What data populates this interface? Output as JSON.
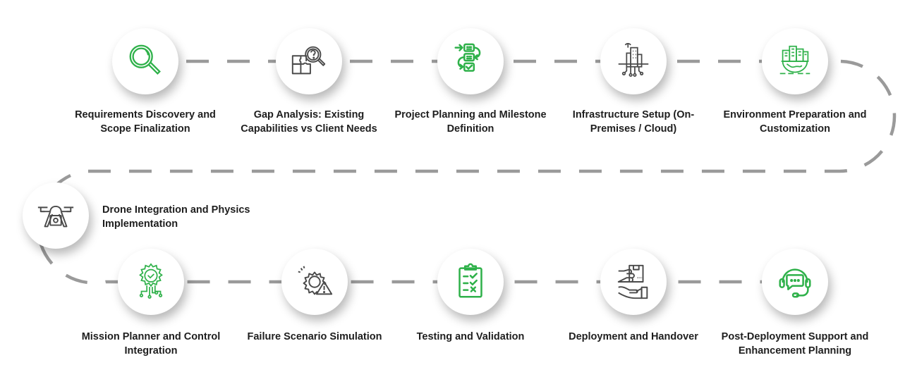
{
  "colors": {
    "accent_green": "#2fb14a",
    "icon_gray": "#4a4a4a",
    "path_gray": "#9a9a9a",
    "text": "#1e1e1e"
  },
  "steps": [
    {
      "label": "Requirements Discovery and Scope Finalization",
      "icon": "magnifier-icon",
      "color": "green"
    },
    {
      "label": "Gap Analysis: Existing Capabilities vs Client Needs",
      "icon": "puzzle-search-icon",
      "color": "gray"
    },
    {
      "label": "Project Planning and Milestone Definition",
      "icon": "workflow-checklist-icon",
      "color": "green"
    },
    {
      "label": "Infrastructure Setup (On-Premises / Cloud)",
      "icon": "building-network-icon",
      "color": "gray"
    },
    {
      "label": "Environment Preparation and Customization",
      "icon": "city-globe-icon",
      "color": "green"
    },
    {
      "label": "Drone Integration and Physics Implementation",
      "icon": "drone-icon",
      "color": "gray"
    },
    {
      "label": "Mission Planner and Control Integration",
      "icon": "gear-circuit-check-icon",
      "color": "green"
    },
    {
      "label": "Failure Scenario Simulation",
      "icon": "gear-warning-icon",
      "color": "gray"
    },
    {
      "label": "Testing and Validation",
      "icon": "clipboard-checklist-icon",
      "color": "green"
    },
    {
      "label": "Deployment and Handover",
      "icon": "hand-package-icon",
      "color": "gray"
    },
    {
      "label": "Post-Deployment Support and Enhancement Planning",
      "icon": "headset-chat-icon",
      "color": "green"
    }
  ]
}
